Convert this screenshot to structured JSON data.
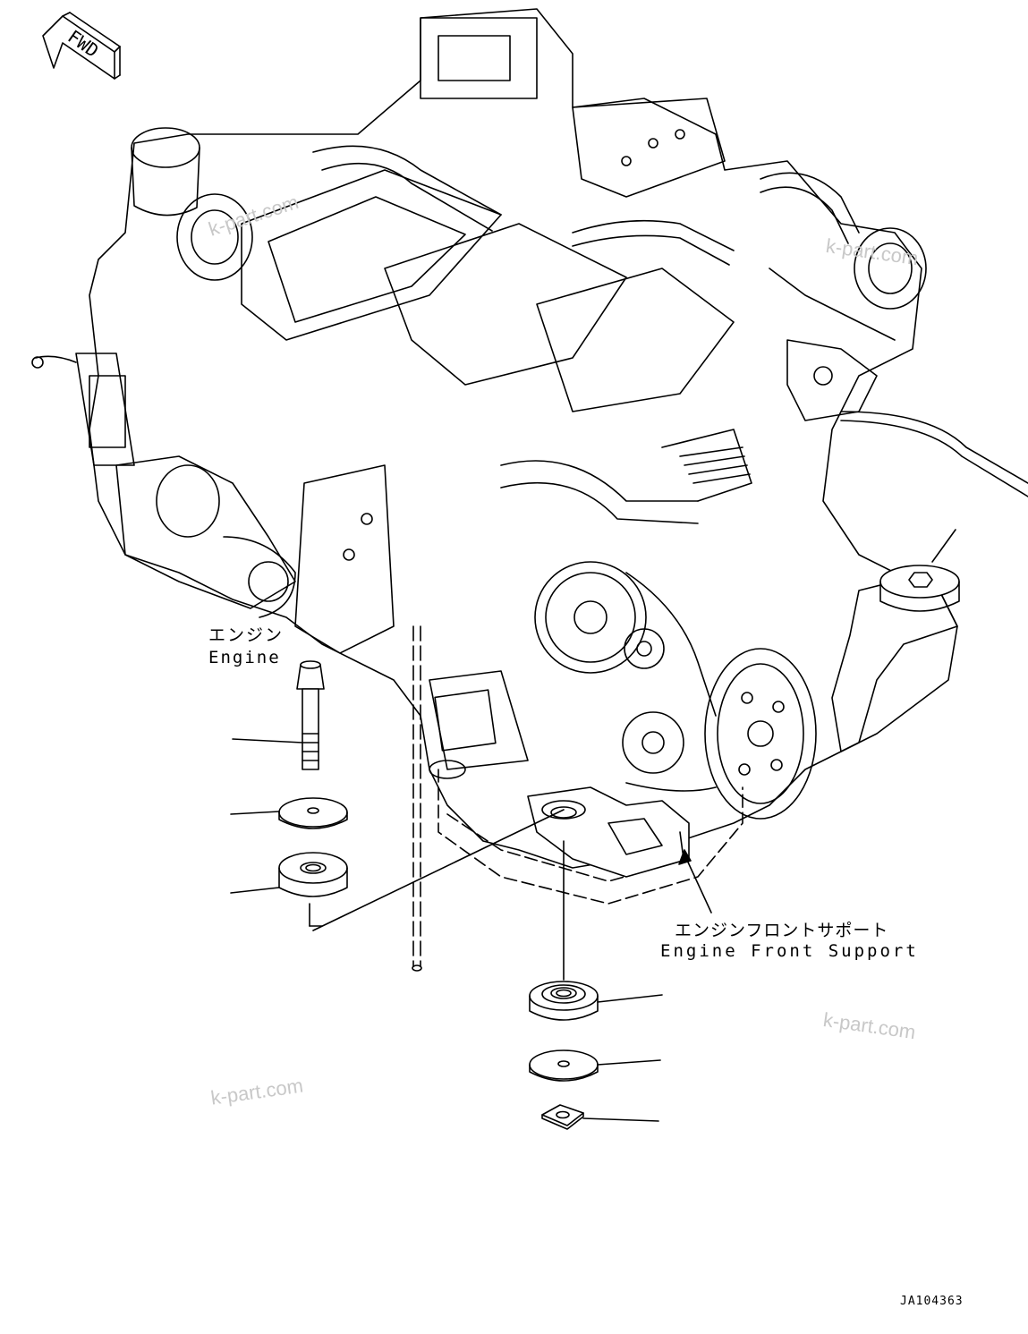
{
  "orientation": {
    "fwd_label": "FWD",
    "icon": "fwd-arrow-icon"
  },
  "labels": {
    "engine_jp": "エンジン",
    "engine_en": "Engine",
    "front_support_jp": "エンジンフロントサポート",
    "front_support_en": "Engine Front Support"
  },
  "watermark": "k-part.com",
  "drawing_code": "JA104363",
  "parts": [
    {
      "name": "bolt"
    },
    {
      "name": "upper-washer"
    },
    {
      "name": "upper-cushion"
    },
    {
      "name": "lower-cushion"
    },
    {
      "name": "lower-washer"
    },
    {
      "name": "nut"
    },
    {
      "name": "rear-mount-cushion"
    }
  ],
  "colors": {
    "line": "#000000",
    "watermark": "#c8c8c8",
    "background": "#ffffff"
  }
}
